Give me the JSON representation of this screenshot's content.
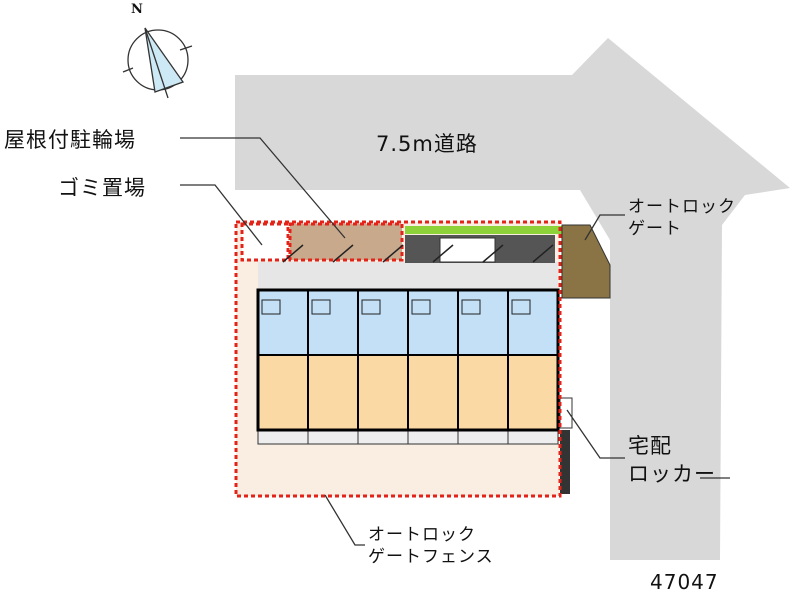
{
  "compass": {
    "north_label": "N"
  },
  "labels": {
    "road": "7.5m道路",
    "covered_bicycle_parking": "屋根付駐輪場",
    "garbage_area": "ゴミ置場",
    "autolock_gate_line1": "オートロック",
    "autolock_gate_line2": "ゲート",
    "delivery_locker_line1": "宅配",
    "delivery_locker_line2": "ロッカー",
    "fence_line1": "オートロック",
    "fence_line2": "ゲートフェンス",
    "property_id": "47047"
  },
  "colors": {
    "road": "#d8d8d8",
    "unit_wet": "#c4e0f6",
    "unit_room": "#fad9a4",
    "fence": "#e2231a",
    "bike": "#c9a98c",
    "green": "#8ed23a",
    "yard": "#faeee2"
  }
}
